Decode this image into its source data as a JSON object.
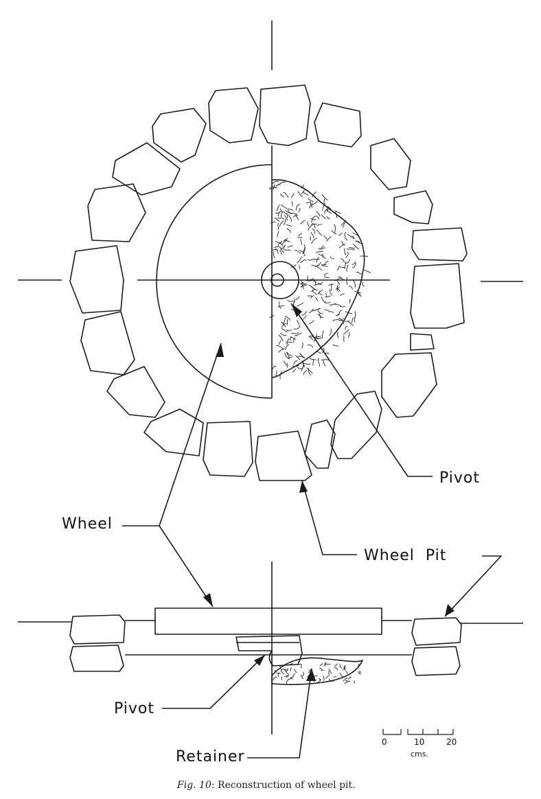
{
  "labels": {
    "wheel": "Wheel",
    "wheel_pit": "Wheel  Pit",
    "pivot_top": "Pivot",
    "pivot_bottom": "Pivot",
    "retainer": "Retainer"
  },
  "scale": {
    "ticks": [
      "0",
      "10",
      "20"
    ],
    "unit": "cms."
  },
  "caption": {
    "prefix": "Fig. 10",
    "text": ": Reconstruction of wheel pit."
  }
}
